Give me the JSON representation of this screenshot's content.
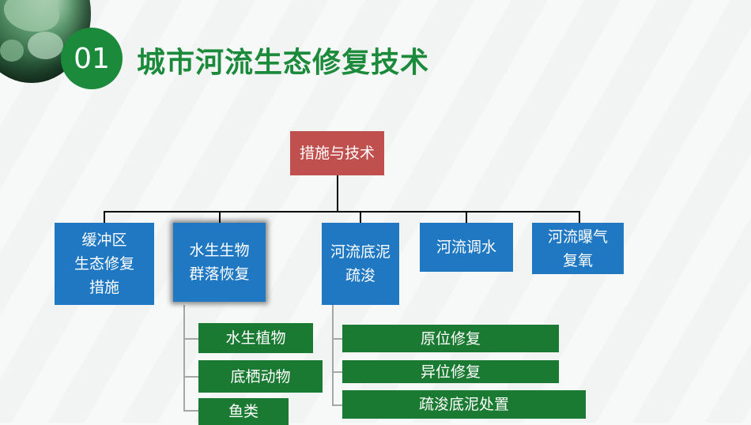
{
  "header": {
    "number": "01",
    "title": "城市河流生态修复技术"
  },
  "diagram": {
    "root": "措施与技术",
    "categories": [
      {
        "label": "缓冲区\n生态修复\n措施"
      },
      {
        "label": "水生生物\n群落恢复"
      },
      {
        "label": "河流底泥\n疏浚"
      },
      {
        "label": "河流调水"
      },
      {
        "label": "河流曝气\n复氧"
      }
    ],
    "leaves_bio": [
      "水生植物",
      "底栖动物",
      "鱼类"
    ],
    "leaves_sediment": [
      "原位修复",
      "异位修复",
      "疏浚底泥处置"
    ]
  },
  "colors": {
    "accent_green": "#1b8a3a",
    "root_red": "#c0504d",
    "category_blue": "#1f78c1",
    "leaf_green": "#1b7a32"
  }
}
